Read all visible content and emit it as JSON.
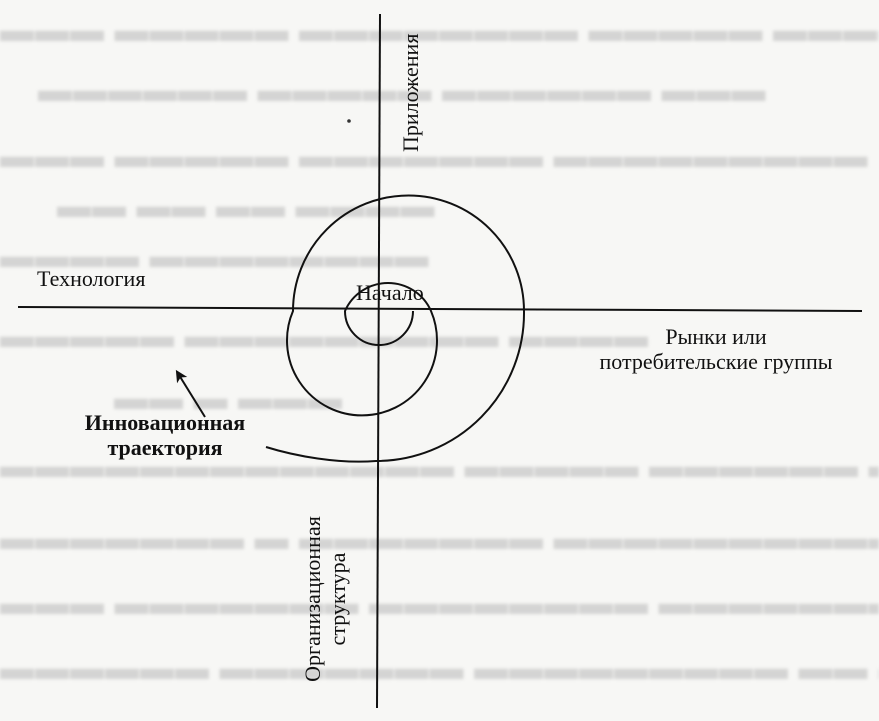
{
  "axes": {
    "top": "Приложения",
    "left": "Технология",
    "right_line1": "Рынки или",
    "right_line2": "потребительские группы",
    "bottom_line1": "Организационная",
    "bottom_line2": "структура"
  },
  "center_label": "Начало",
  "trajectory": {
    "line1": "Инновационная",
    "line2": "траектория"
  },
  "colors": {
    "ink": "#111111",
    "paper": "#f7f7f5",
    "bleed": "#b8b8b8"
  }
}
